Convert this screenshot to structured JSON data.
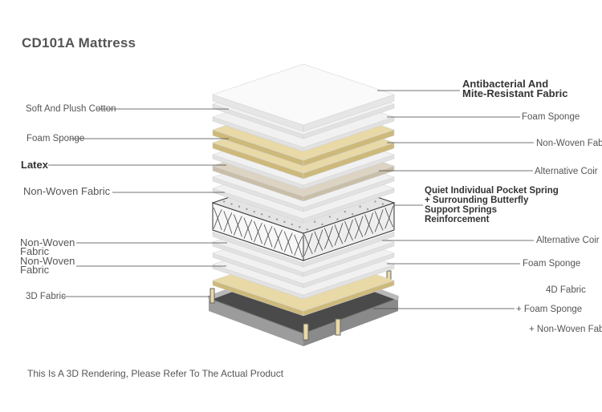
{
  "title": "CD101A Mattress",
  "left_labels": [
    {
      "id": "soft-plush-cotton",
      "text": "Soft And Plush Cotton"
    },
    {
      "id": "foam-sponge-left",
      "text": "Foam Sponge"
    },
    {
      "id": "latex",
      "text": "Latex"
    },
    {
      "id": "non-woven-fabric-left-1",
      "text": "Non-Woven Fabric"
    },
    {
      "id": "non-woven-fabric-left-2",
      "text": "Non-Woven Fabric"
    },
    {
      "id": "non-woven-fabric-left-3",
      "text": "Non-Woven Fabric"
    },
    {
      "id": "3d-fabric",
      "text": "3D Fabric"
    }
  ],
  "right_labels": [
    {
      "id": "antibacterial",
      "text": "Antibacterial And Mite-Resistant Fabric"
    },
    {
      "id": "foam-sponge-right-1",
      "text": "Foam Sponge"
    },
    {
      "id": "non-woven-fabric-right",
      "text": "Non-Woven Fabric"
    },
    {
      "id": "alternative-coir-1",
      "text": "Alternative Coir"
    },
    {
      "id": "pocket-spring",
      "text": "Quiet Individual Pocket Spring + Surrounding Butterfly Support Springs Reinforcement"
    },
    {
      "id": "alternative-coir-2",
      "text": "Alternative Coir"
    },
    {
      "id": "foam-sponge-right-2",
      "text": "Foam Sponge"
    },
    {
      "id": "4d-fabric",
      "text": "4D Fabric"
    },
    {
      "id": "plus-foam-sponge",
      "text": "+ Foam Sponge"
    },
    {
      "id": "plus-non-woven",
      "text": "+ Non-Woven Fabric"
    }
  ],
  "note": "This Is A 3D Rendering, Please Refer To The Actual Product",
  "colors": {
    "white_layer": "#f1f1f1",
    "foam_layer": "#e8d9a6",
    "latex_layer": "#dcd3c2",
    "base_fabric": "#4a4a4a",
    "frame": "#b8b8b8",
    "leader_line": "#444444"
  }
}
